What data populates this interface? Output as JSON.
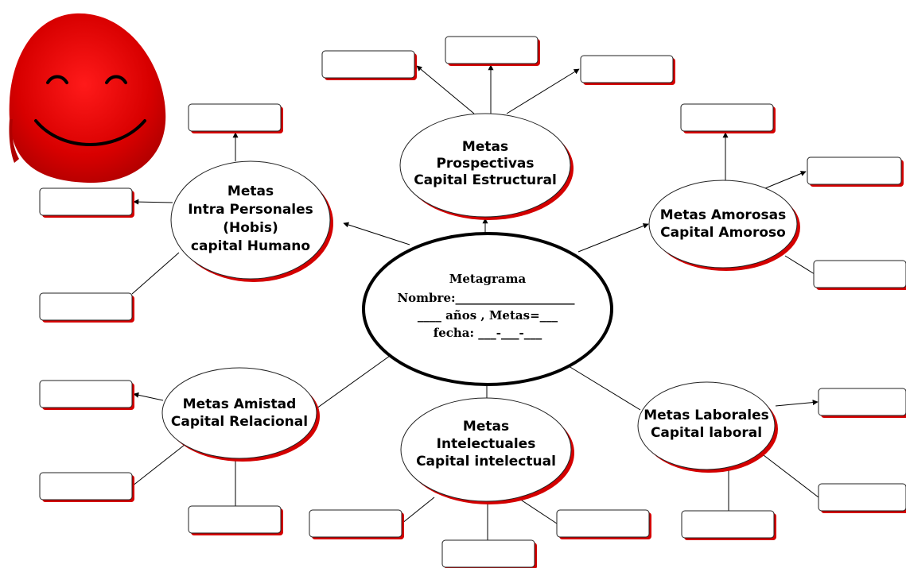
{
  "colors": {
    "shadow": "#d40000",
    "face": "#e00000",
    "face_highlight": "#ff1a1a",
    "outline": "#000000"
  },
  "mascot": {
    "icon": "smiling-red-face-icon"
  },
  "center": {
    "lines": [
      "Metagrama",
      "Nombre:____________________",
      "____ años , Metas=___",
      "fecha: ___-___-___"
    ]
  },
  "nodes": [
    {
      "id": "prospectivas",
      "lines": [
        "Metas",
        "Prospectivas",
        "Capital Estructural"
      ]
    },
    {
      "id": "intra-personales",
      "lines": [
        "Metas",
        "Intra Personales",
        "(Hobis)",
        "capital  Humano"
      ]
    },
    {
      "id": "amorosas",
      "lines": [
        "Metas Amorosas",
        "Capital Amoroso"
      ]
    },
    {
      "id": "amistad",
      "lines": [
        "Metas Amistad",
        "Capital Relacional"
      ]
    },
    {
      "id": "intelectuales",
      "lines": [
        "Metas",
        "Intelectuales",
        "Capital intelectual"
      ]
    },
    {
      "id": "laborales",
      "lines": [
        "Metas  Laborales",
        "Capital laboral"
      ]
    }
  ],
  "boxes": [
    {
      "id": "box-prospectivas-left",
      "text": ""
    },
    {
      "id": "box-prospectivas-top",
      "text": ""
    },
    {
      "id": "box-prospectivas-right",
      "text": ""
    },
    {
      "id": "box-intra-top",
      "text": ""
    },
    {
      "id": "box-intra-left",
      "text": ""
    },
    {
      "id": "box-intra-bottom",
      "text": ""
    },
    {
      "id": "box-amorosas-top",
      "text": ""
    },
    {
      "id": "box-amorosas-right",
      "text": ""
    },
    {
      "id": "box-amorosas-bottom",
      "text": ""
    },
    {
      "id": "box-amistad-top",
      "text": ""
    },
    {
      "id": "box-amistad-left",
      "text": ""
    },
    {
      "id": "box-amistad-bottom",
      "text": ""
    },
    {
      "id": "box-intelectuales-left",
      "text": ""
    },
    {
      "id": "box-intelectuales-bottom",
      "text": ""
    },
    {
      "id": "box-intelectuales-right",
      "text": ""
    },
    {
      "id": "box-laborales-top",
      "text": ""
    },
    {
      "id": "box-laborales-bottom",
      "text": ""
    },
    {
      "id": "box-laborales-right",
      "text": ""
    }
  ]
}
